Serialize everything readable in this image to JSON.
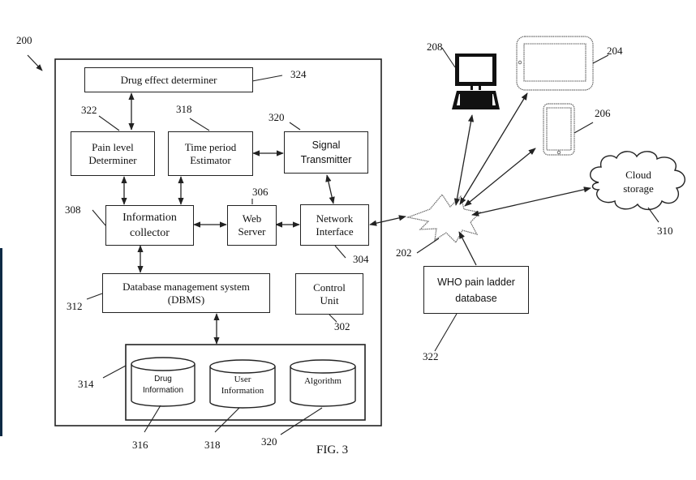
{
  "figure": {
    "label": "FIG. 3",
    "system_ref": "200"
  },
  "colors": {
    "line": "#222222",
    "background": "#ffffff",
    "side_strip": "#0d2a45"
  },
  "system": {
    "blocks": {
      "drug_effect": {
        "label": "Drug effect determiner",
        "ref": "324"
      },
      "pain_level": {
        "line1": "Pain level",
        "line2": "Determiner",
        "ref": "322"
      },
      "time_period": {
        "line1": "Time period",
        "line2": "Estimator",
        "ref": "318"
      },
      "signal_tx": {
        "line1": "Signal",
        "line2": "Transmitter",
        "ref": "320"
      },
      "info_collector": {
        "line1": "Information",
        "line2": "collector",
        "ref": "308"
      },
      "web_server": {
        "line1": "Web",
        "line2": "Server",
        "ref": "306"
      },
      "network_if": {
        "line1": "Network",
        "line2": "Interface",
        "ref": "304"
      },
      "dbms": {
        "line1": "Database management system",
        "line2": "(DBMS)",
        "ref": "312"
      },
      "control_unit": {
        "line1": "Control",
        "line2": "Unit",
        "ref": "302"
      }
    },
    "storage": {
      "ref": "314",
      "databases": [
        {
          "line1": "Drug",
          "line2": "Information",
          "ref": "316"
        },
        {
          "line1": "User",
          "line2": "Information",
          "ref": "318"
        },
        {
          "line1": "Algorithm",
          "line2": "",
          "ref": "320"
        }
      ]
    }
  },
  "external": {
    "network": {
      "ref": "202"
    },
    "desktop": {
      "ref": "208"
    },
    "tablet": {
      "ref": "204"
    },
    "phone": {
      "ref": "206"
    },
    "cloud": {
      "line1": "Cloud",
      "line2": "storage",
      "ref": "310"
    },
    "who_db": {
      "line1": "WHO pain ladder",
      "line2": "database",
      "ref": "322"
    }
  }
}
